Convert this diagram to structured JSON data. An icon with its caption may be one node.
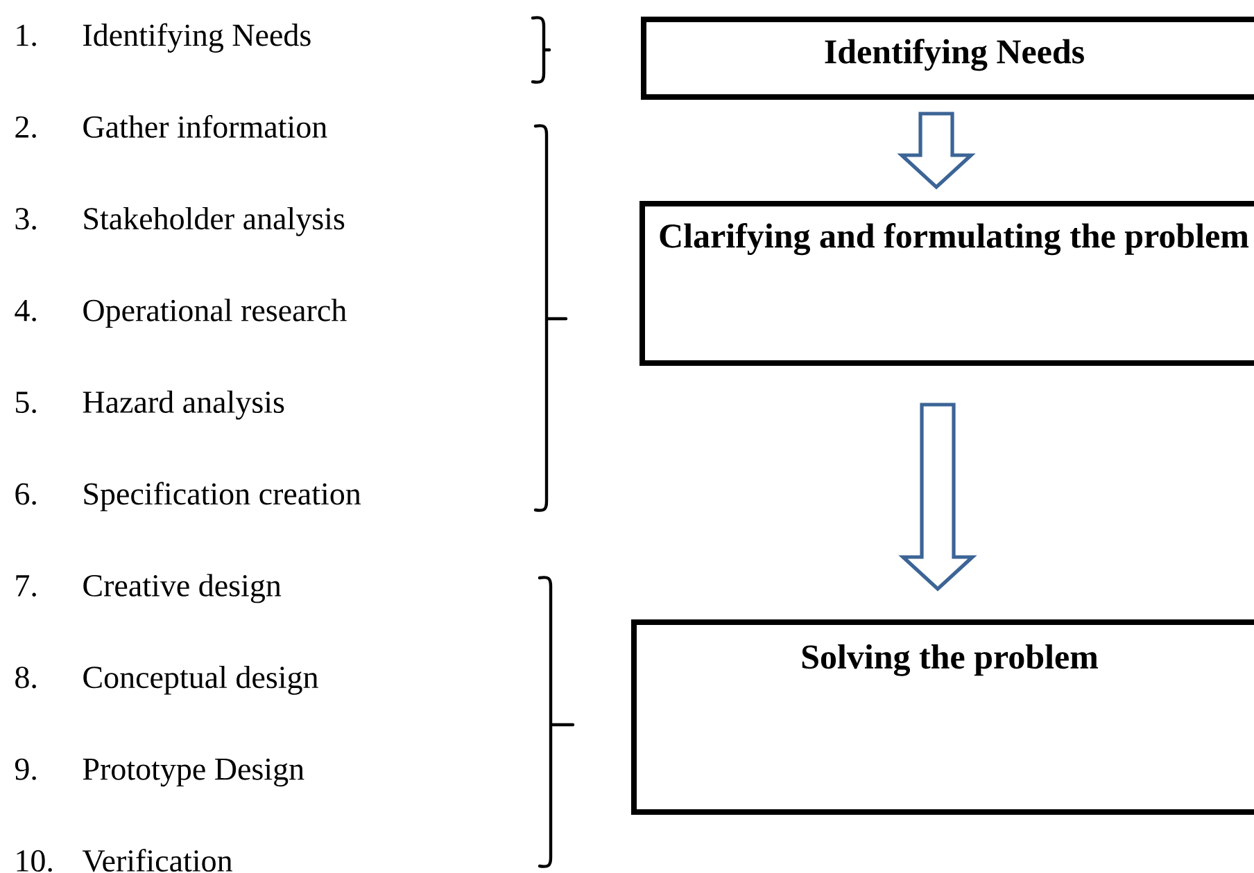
{
  "diagram": {
    "nodes": [
      {
        "text": [
          "Identifying Needs"
        ]
      },
      {
        "text": [
          "Clarifying and formulating the problem"
        ]
      },
      {
        "text": [
          "Solving the problem"
        ]
      }
    ],
    "edges": [
      {
        "from": 0,
        "to": 1,
        "arrow": "to"
      },
      {
        "from": 1,
        "to": 2,
        "arrow": "to"
      }
    ],
    "labels": [
      "1.",
      "Identifying Needs",
      "2.",
      "Gather information",
      "3.",
      "Stakeholder analysis",
      "4.",
      "Operational research",
      "5.",
      "Hazard analysis",
      "6.",
      "Specification creation",
      "7.",
      "Creative design",
      "8.",
      "Conceptual design",
      "9.",
      "Prototype Design",
      "10.",
      "Verification"
    ]
  }
}
